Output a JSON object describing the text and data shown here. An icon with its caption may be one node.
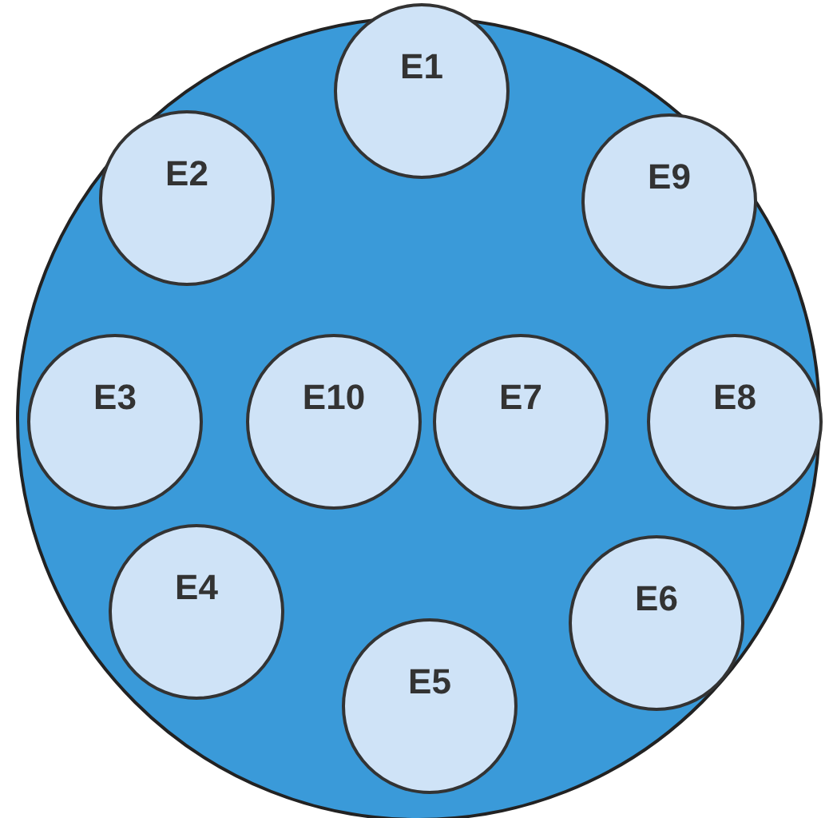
{
  "diagram": {
    "nodes": [
      {
        "text": [],
        "shape": "circle"
      },
      {
        "text": [
          "E1"
        ],
        "in": 0
      },
      {
        "text": [
          "E2"
        ],
        "in": 0
      },
      {
        "text": [
          "E9"
        ],
        "in": 0
      },
      {
        "text": [
          "E3"
        ],
        "in": 0
      },
      {
        "text": [
          "E10"
        ],
        "in": 0
      },
      {
        "text": [
          "E7"
        ],
        "in": 0
      },
      {
        "text": [
          "E8"
        ],
        "in": 0
      },
      {
        "text": [
          "E4"
        ],
        "in": 0
      },
      {
        "text": [
          "E6"
        ],
        "in": 0
      },
      {
        "text": [
          "E5"
        ],
        "in": 0
      }
    ],
    "edges": []
  }
}
